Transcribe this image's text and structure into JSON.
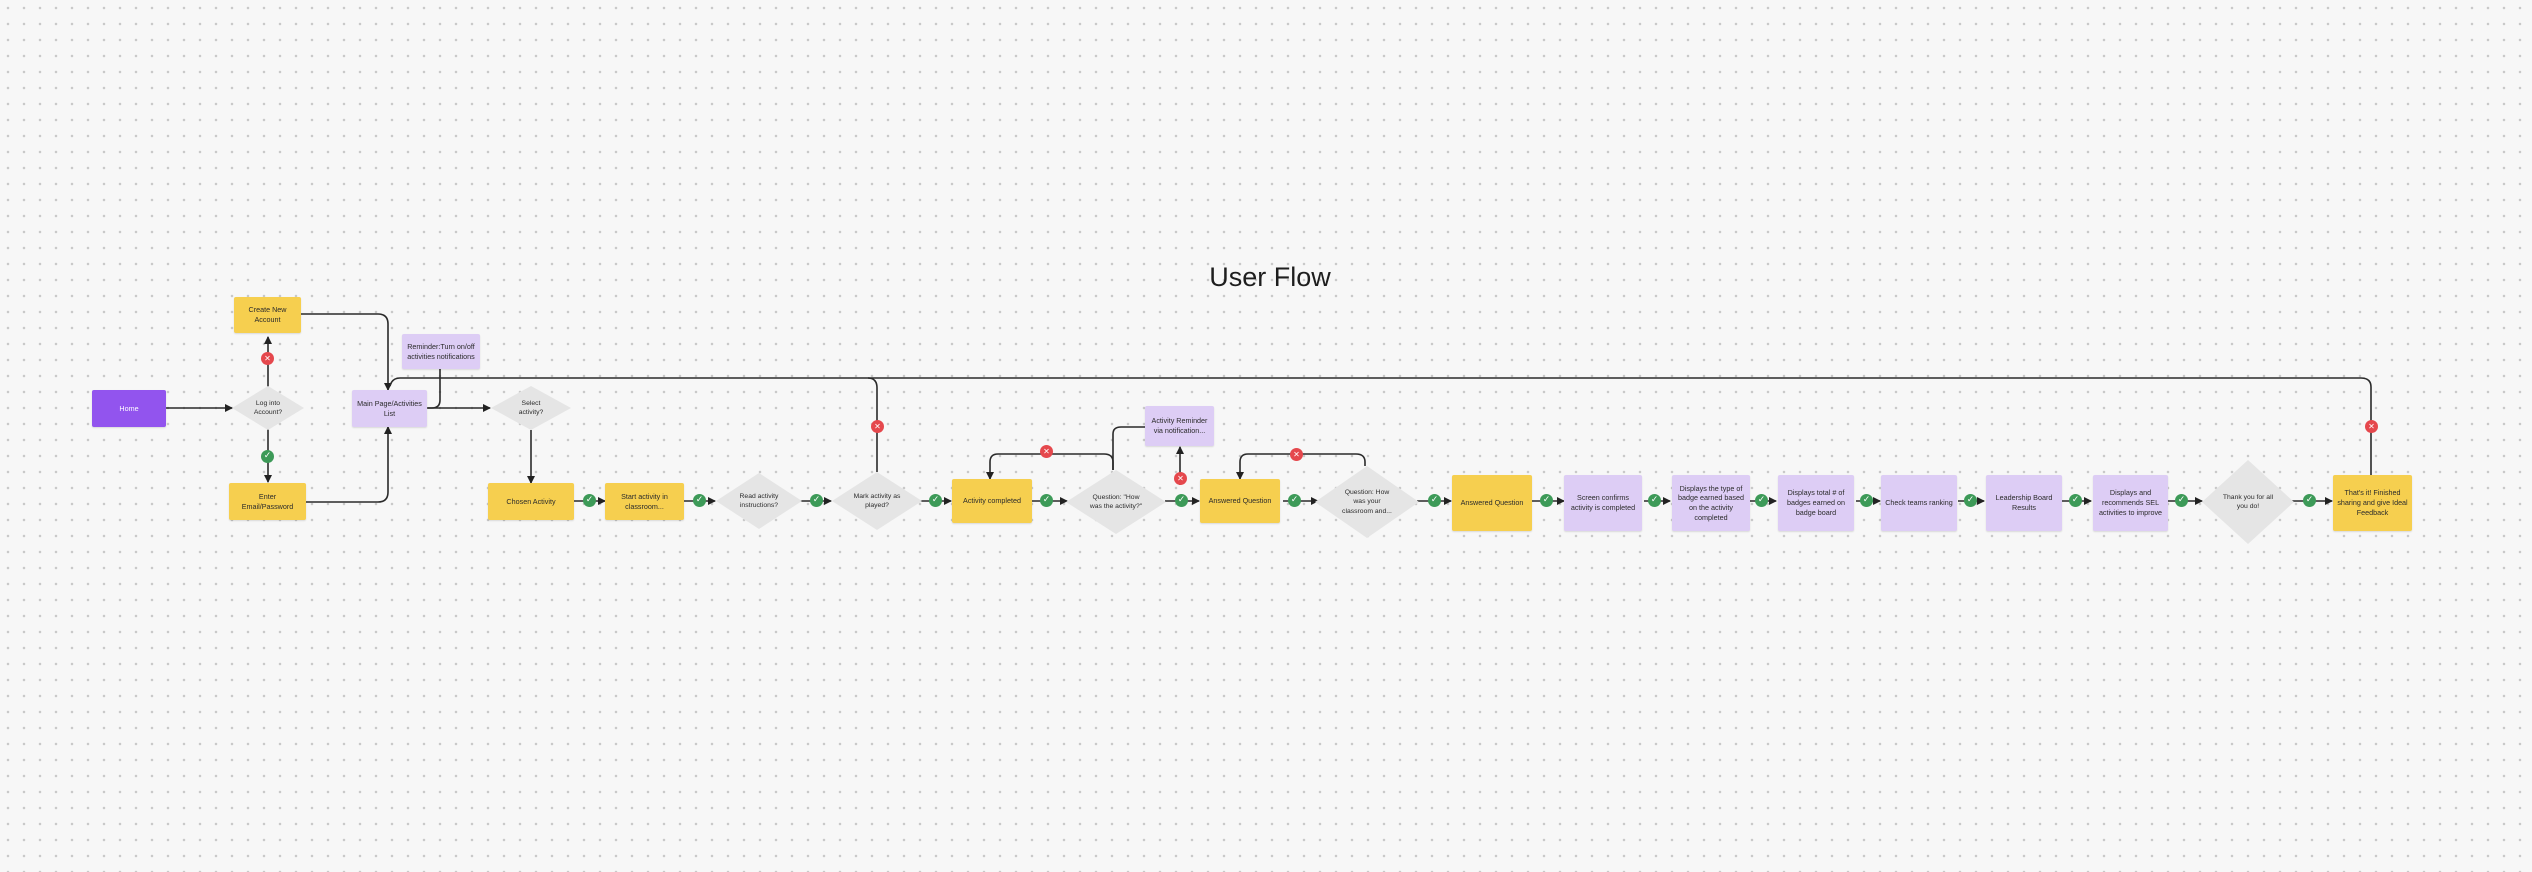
{
  "title": "User Flow",
  "colors": {
    "yellow": "#f6cf4f",
    "purple_light": "#ddcdf5",
    "purple_dark": "#9254ee",
    "gray_diamond": "#e5e5e5",
    "ok": "#3d9a58",
    "no": "#e5484d"
  },
  "icons": {
    "ok": "check-circle-icon",
    "no": "x-circle-icon"
  },
  "nodes": {
    "home": "Home",
    "log_into_account": "Log into Account?",
    "create_new_account": "Create New Account",
    "enter_email_password": "Enter Email/Password",
    "reminder_turn_on_off": "Reminder:Turn on/off activities notifications",
    "main_page_activities_list": "Main Page/Activities List",
    "select_activity": "Select activity?",
    "chosen_activity": "Chosen Activity",
    "start_activity": "Start activity in classroom...",
    "read_instructions": "Read activity instructions?",
    "mark_activity": "Mark activity as played?",
    "activity_completed": "Activity completed",
    "question_how_was": "Question: \"How was the activity?\"",
    "activity_reminder": "Activity Reminder via notification...",
    "answered_question_1": "Answered Question",
    "question_classroom": "Question: How was your classroom and...",
    "answered_question_2": "Answered Question",
    "screen_confirms": "Screen confirms activity is completed",
    "displays_type_badge": "Displays the type of badge earned based on the activity completed",
    "displays_total_badges": "Displays total # of badges earned on badge board",
    "check_teams_ranking": "Check teams ranking",
    "leadership_board": "Leadership Board Results",
    "displays_recommends": "Displays and recommends SEL activities to improve",
    "thank_you": "Thank you for all you do!",
    "thats_it": "That's it! Finished sharing and give Ideal Feedback"
  },
  "ok_symbol": "✓",
  "no_symbol": "✕"
}
